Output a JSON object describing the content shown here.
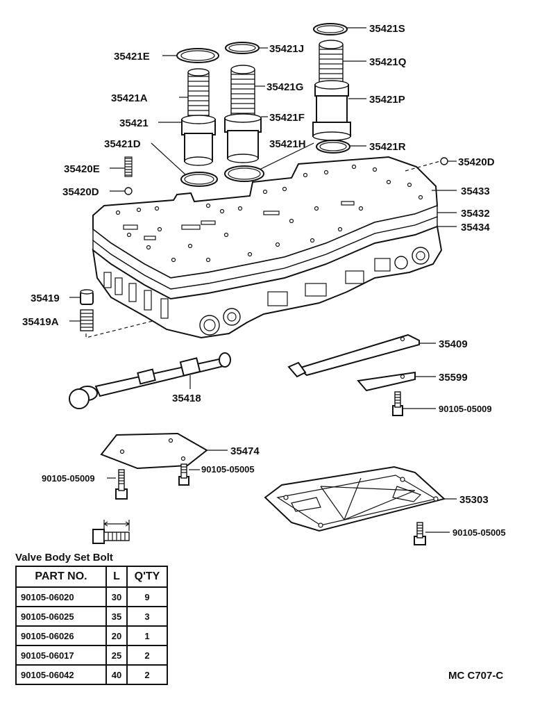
{
  "callouts": {
    "p35421S": "35421S",
    "p35421E": "35421E",
    "p35421J": "35421J",
    "p35421Q": "35421Q",
    "p35421A": "35421A",
    "p35421G": "35421G",
    "p35421P": "35421P",
    "p35421": "35421",
    "p35421F": "35421F",
    "p35421D": "35421D",
    "p35421H": "35421H",
    "p35421R": "35421R",
    "p35420E": "35420E",
    "p35420D_left": "35420D",
    "p35420D_right": "35420D",
    "p35433": "35433",
    "p35432": "35432",
    "p35434": "35434",
    "p35419": "35419",
    "p35419A": "35419A",
    "p35409": "35409",
    "p35599": "35599",
    "p35418": "35418",
    "bolt_90105_05009_right": "90105-05009",
    "p35474": "35474",
    "bolt_90105_05005_mid": "90105-05005",
    "bolt_90105_05009_left": "90105-05009",
    "p35303": "35303",
    "bolt_90105_05005_right": "90105-05005"
  },
  "table": {
    "title": "Valve Body Set Bolt",
    "headers": {
      "part_no": "PART  NO.",
      "l": "L",
      "qty": "Q'TY"
    },
    "rows": [
      {
        "part_no": "90105-06020",
        "l": "30",
        "qty": "9"
      },
      {
        "part_no": "90105-06025",
        "l": "35",
        "qty": "3"
      },
      {
        "part_no": "90105-06026",
        "l": "20",
        "qty": "1"
      },
      {
        "part_no": "90105-06017",
        "l": "25",
        "qty": "2"
      },
      {
        "part_no": "90105-06042",
        "l": "40",
        "qty": "2"
      }
    ]
  },
  "diagram_code": "MC  C707-C"
}
